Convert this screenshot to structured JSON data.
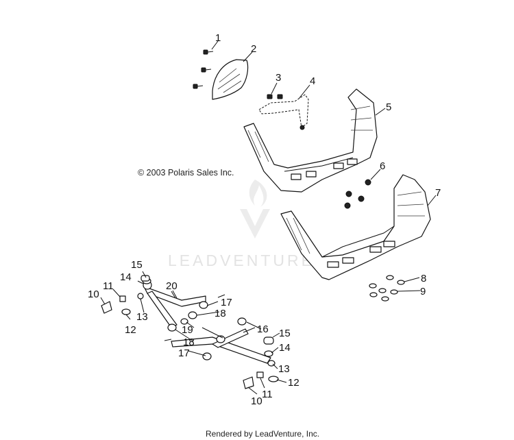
{
  "copyright": "© 2003 Polaris Sales Inc.",
  "footer": "Rendered by LeadVenture, Inc.",
  "watermark": {
    "brand": "LEADVENTURE"
  },
  "callouts": [
    {
      "id": "c1",
      "label": "1"
    },
    {
      "id": "c2",
      "label": "2"
    },
    {
      "id": "c3",
      "label": "3"
    },
    {
      "id": "c4",
      "label": "4"
    },
    {
      "id": "c5",
      "label": "5"
    },
    {
      "id": "c6",
      "label": "6"
    },
    {
      "id": "c7",
      "label": "7"
    },
    {
      "id": "c8",
      "label": "8"
    },
    {
      "id": "c9",
      "label": "9"
    },
    {
      "id": "c10a",
      "label": "10"
    },
    {
      "id": "c11a",
      "label": "11"
    },
    {
      "id": "c12a",
      "label": "12"
    },
    {
      "id": "c13a",
      "label": "13"
    },
    {
      "id": "c14a",
      "label": "14"
    },
    {
      "id": "c15a",
      "label": "15"
    },
    {
      "id": "c20",
      "label": "20"
    },
    {
      "id": "c17a",
      "label": "17"
    },
    {
      "id": "c18a",
      "label": "18"
    },
    {
      "id": "c19",
      "label": "19"
    },
    {
      "id": "c16",
      "label": "16"
    },
    {
      "id": "c15b",
      "label": "15"
    },
    {
      "id": "c14b",
      "label": "14"
    },
    {
      "id": "c18b",
      "label": "18"
    },
    {
      "id": "c17b",
      "label": "17"
    },
    {
      "id": "c13b",
      "label": "13"
    },
    {
      "id": "c12b",
      "label": "12"
    },
    {
      "id": "c11b",
      "label": "11"
    },
    {
      "id": "c10b",
      "label": "10"
    }
  ]
}
